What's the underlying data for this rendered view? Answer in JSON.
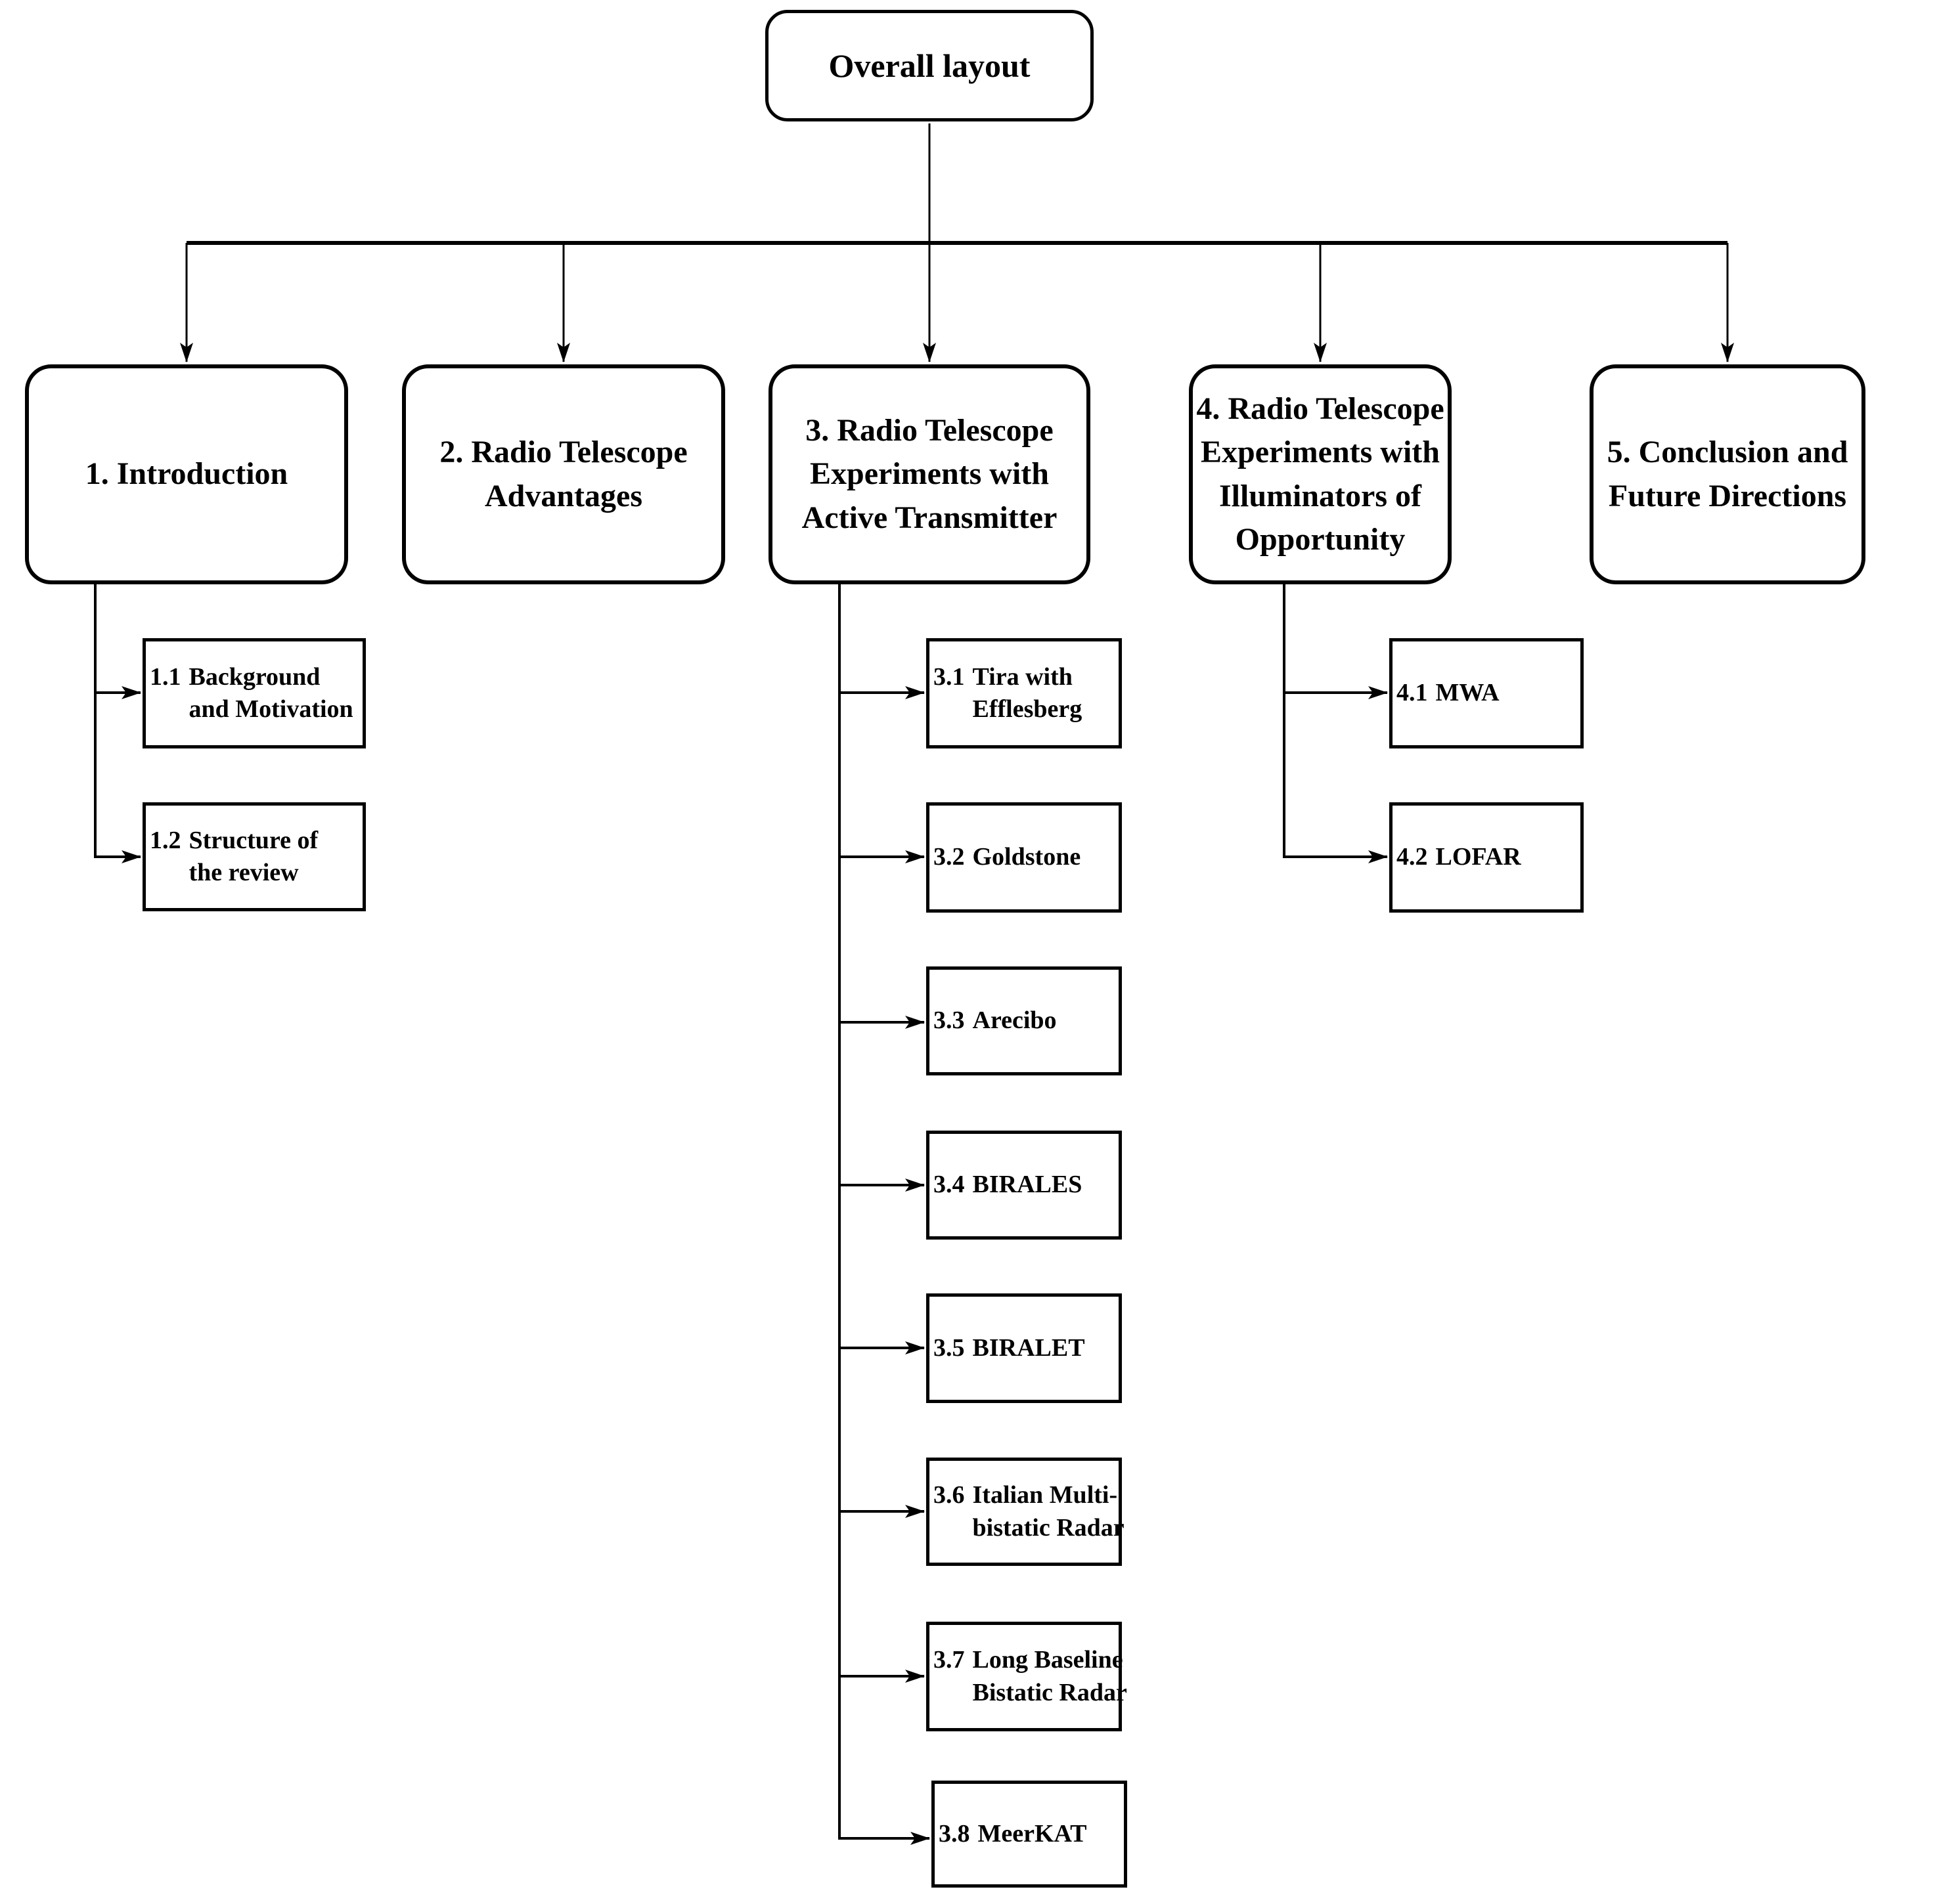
{
  "root": {
    "label": "Overall layout"
  },
  "sections": [
    {
      "id": "1",
      "lines": [
        "1. Introduction"
      ]
    },
    {
      "id": "2",
      "lines": [
        "2. Radio Telescope",
        "Advantages"
      ]
    },
    {
      "id": "3",
      "lines": [
        "3. Radio Telescope",
        "Experiments with",
        "Active Transmitter"
      ]
    },
    {
      "id": "4",
      "lines": [
        "4. Radio Telescope",
        "Experiments with",
        "Illuminators of",
        "Opportunity"
      ]
    },
    {
      "id": "5",
      "lines": [
        "5. Conclusion and",
        "Future Directions"
      ]
    }
  ],
  "subsections": {
    "s1": [
      {
        "num": "1.1",
        "lines": [
          "Background",
          "and Motivation"
        ]
      },
      {
        "num": "1.2",
        "lines": [
          "Structure of",
          "the review"
        ]
      }
    ],
    "s3": [
      {
        "num": "3.1",
        "lines": [
          "Tira with",
          "Efflesberg"
        ]
      },
      {
        "num": "3.2",
        "lines": [
          "Goldstone"
        ]
      },
      {
        "num": "3.3",
        "lines": [
          "Arecibo"
        ]
      },
      {
        "num": "3.4",
        "lines": [
          "BIRALES"
        ]
      },
      {
        "num": "3.5",
        "lines": [
          "BIRALET"
        ]
      },
      {
        "num": "3.6",
        "lines": [
          "Italian Multi-",
          "bistatic Radar"
        ]
      },
      {
        "num": "3.7",
        "lines": [
          "Long Baseline",
          "Bistatic Radar"
        ]
      },
      {
        "num": "3.8",
        "lines": [
          "MeerKAT"
        ]
      }
    ],
    "s4": [
      {
        "num": "4.1",
        "lines": [
          "MWA"
        ]
      },
      {
        "num": "4.2",
        "lines": [
          "LOFAR"
        ]
      }
    ]
  },
  "colors": {
    "line": "#000000",
    "background": "#ffffff",
    "box_fill": "#ffffff"
  }
}
